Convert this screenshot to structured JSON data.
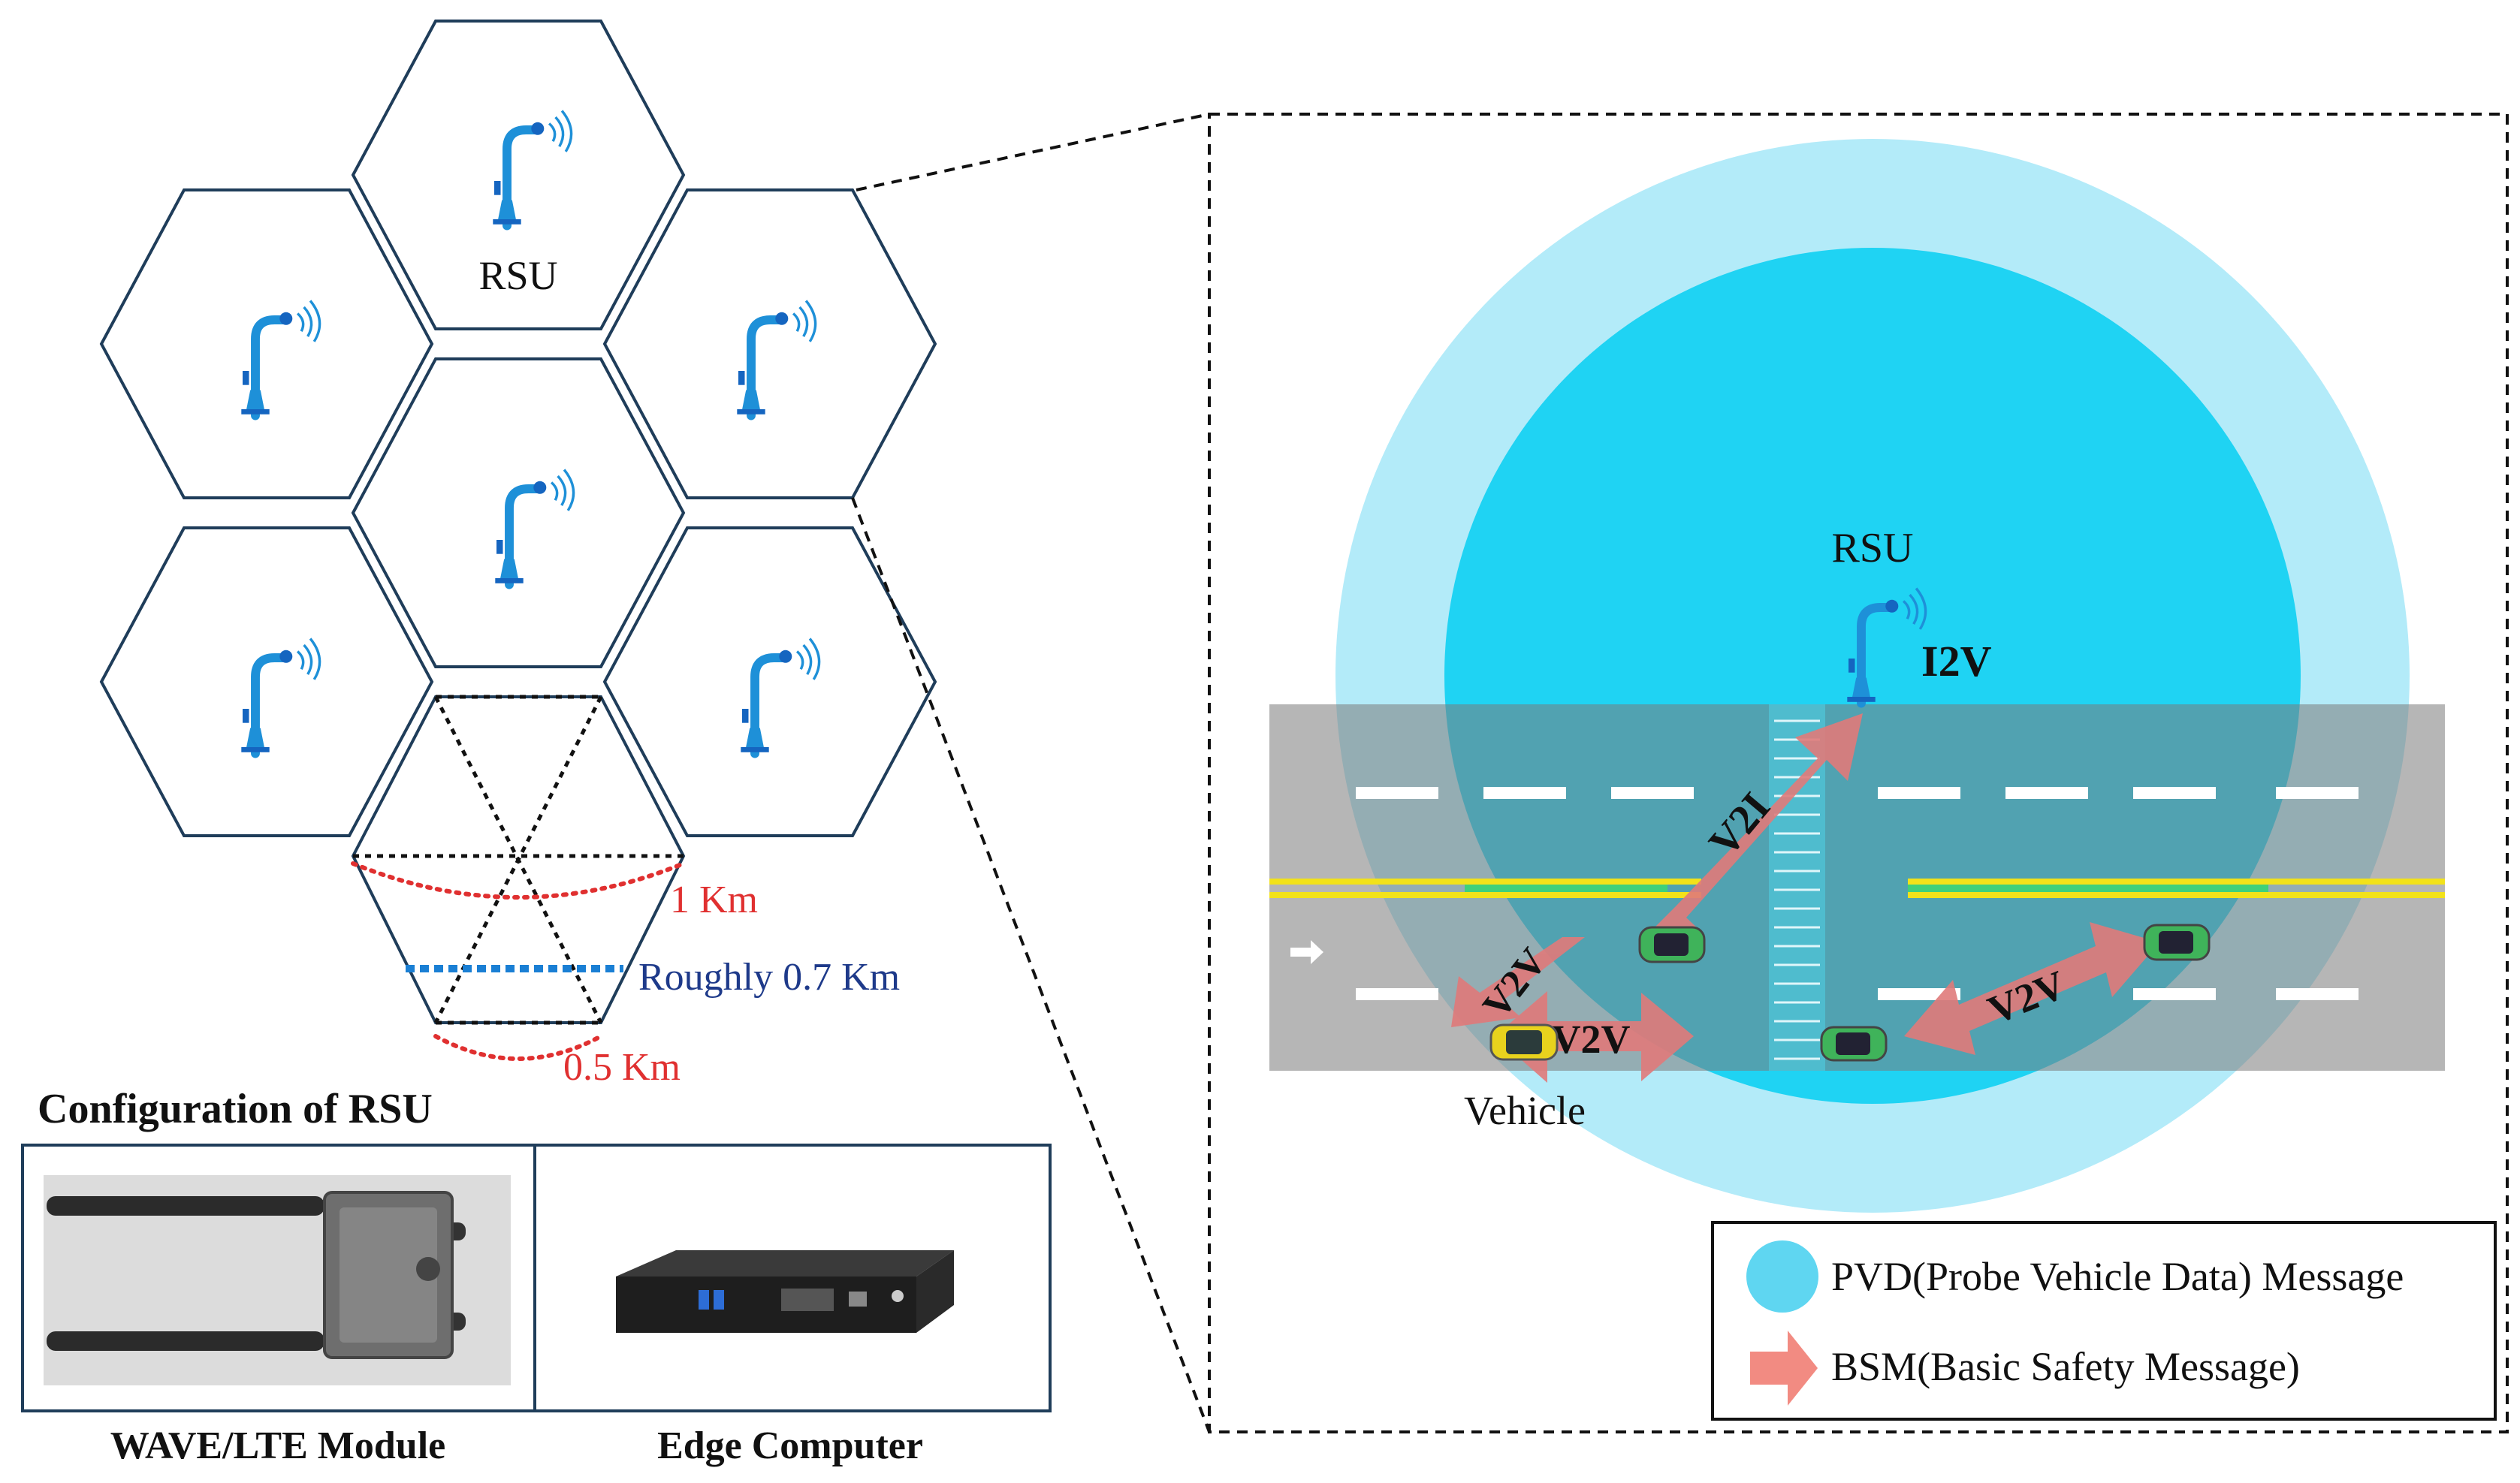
{
  "colors": {
    "hex_stroke": "#1f3d5a",
    "rsu_icon": "#1e90d8",
    "rsu_icon_dark": "#1565c0",
    "pvd_outer": "#b3ebf9",
    "pvd_inner": "#1fd3f3",
    "road": "#a9a9a9",
    "lane_yellow": "#f2e21a",
    "lane_green": "#3fd07a",
    "crosswalk": "#4fc3d6",
    "bsm_arrow": "#e07a7a",
    "red_label": "#e03030",
    "blue_label": "#1e3a8a",
    "measure_blue": "#1a7fd4"
  },
  "hex_grid": {
    "rsu_label": "RSU",
    "icon": "rsu-antenna-icon",
    "measure_1km": "1 Km",
    "measure_07km": "Roughly 0.7 Km",
    "measure_05km": "0.5 Km"
  },
  "config": {
    "title": "Configuration of RSU",
    "module_label": "WAVE/LTE Module",
    "computer_label": "Edge Computer"
  },
  "zoom": {
    "rsu_label": "RSU",
    "i2v_label": "I2V",
    "v2i_label": "V2I",
    "v2v_label_1": "V2V",
    "v2v_label_2": "V2V",
    "v2v_label_3": "V2V",
    "vehicle_label": "Vehicle"
  },
  "legend": {
    "pvd_label": "PVD(Probe Vehicle Data) Message",
    "bsm_label": "BSM(Basic Safety Message)"
  }
}
